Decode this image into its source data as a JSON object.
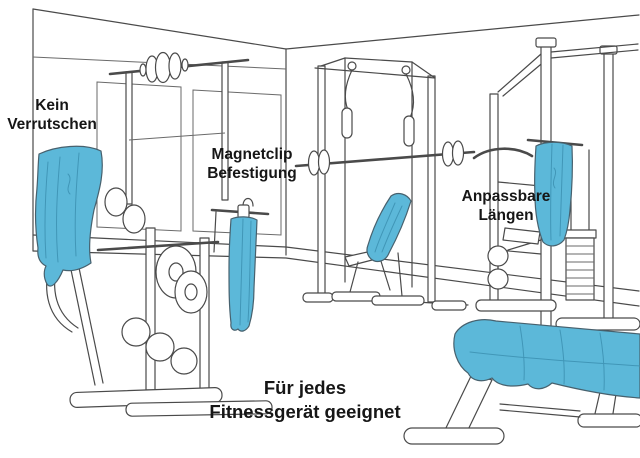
{
  "labels": {
    "no_slip": "Kein\nVerrutschen",
    "magnet_clip": "Magnetclip\nBefestigung",
    "adjustable_lengths": "Anpassbare\nLängen",
    "suitable_for_all": "Für jedes\nFitnessgerät geeignet"
  },
  "colors": {
    "towel_fill": "#5cb8d9",
    "towel_fold": "#3e93b4",
    "line": "#4a4a4a",
    "text": "#161616",
    "background": "#ffffff"
  }
}
